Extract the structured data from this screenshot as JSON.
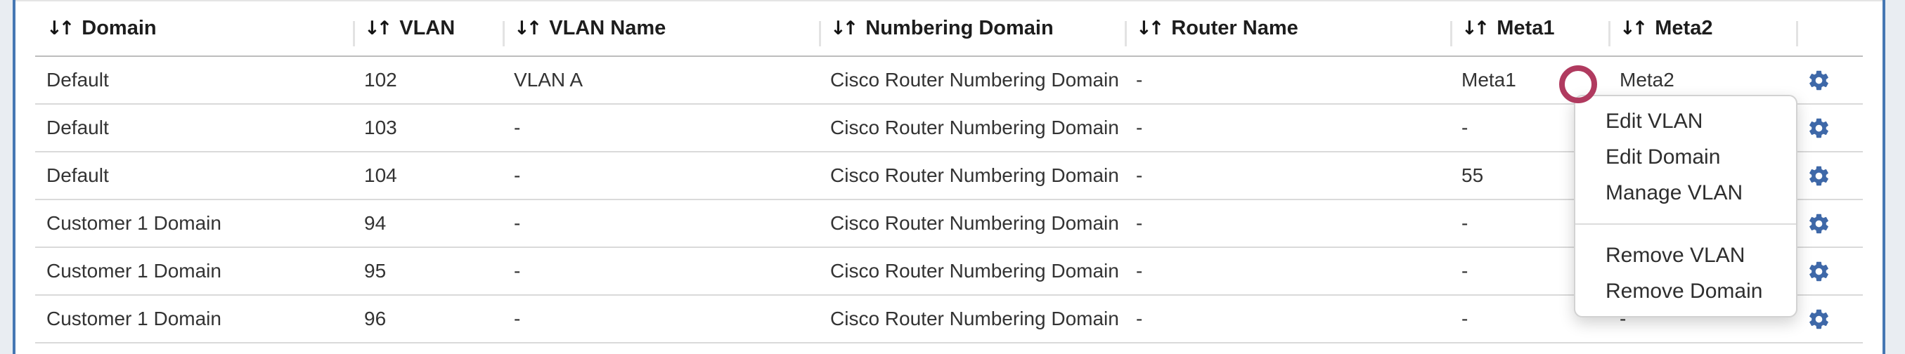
{
  "icons": {
    "sort": "↓↑",
    "gear": "gear-icon"
  },
  "colors": {
    "panel_border_blue": "#4677b3",
    "gear_blue": "#3e68a8",
    "annotation_circle": "#b03a5f"
  },
  "table": {
    "columns": [
      "Domain",
      "VLAN",
      "VLAN Name",
      "Numbering Domain",
      "Router Name",
      "Meta1",
      "Meta2"
    ],
    "rows": [
      {
        "domain": "Default",
        "vlan": "102",
        "vlan_name": "VLAN A",
        "numbering_domain": "Cisco Router Numbering Domain for ...",
        "router_name": "-",
        "meta1": "Meta1",
        "meta2": "Meta2"
      },
      {
        "domain": "Default",
        "vlan": "103",
        "vlan_name": "-",
        "numbering_domain": "Cisco Router Numbering Domain for ...",
        "router_name": "-",
        "meta1": "-",
        "meta2": "-"
      },
      {
        "domain": "Default",
        "vlan": "104",
        "vlan_name": "-",
        "numbering_domain": "Cisco Router Numbering Domain for ...",
        "router_name": "-",
        "meta1": "55",
        "meta2": "-"
      },
      {
        "domain": "Customer 1 Domain",
        "vlan": "94",
        "vlan_name": "-",
        "numbering_domain": "Cisco Router Numbering Domain for ...",
        "router_name": "-",
        "meta1": "-",
        "meta2": "-"
      },
      {
        "domain": "Customer 1 Domain",
        "vlan": "95",
        "vlan_name": "-",
        "numbering_domain": "Cisco Router Numbering Domain for ...",
        "router_name": "-",
        "meta1": "-",
        "meta2": "-"
      },
      {
        "domain": "Customer 1 Domain",
        "vlan": "96",
        "vlan_name": "-",
        "numbering_domain": "Cisco Router Numbering Domain for ...",
        "router_name": "-",
        "meta1": "-",
        "meta2": "-"
      }
    ]
  },
  "context_menu": {
    "group1": [
      "Edit VLAN",
      "Edit Domain",
      "Manage VLAN"
    ],
    "group2": [
      "Remove VLAN",
      "Remove Domain"
    ]
  },
  "annotation": {
    "type": "click-indicator"
  }
}
